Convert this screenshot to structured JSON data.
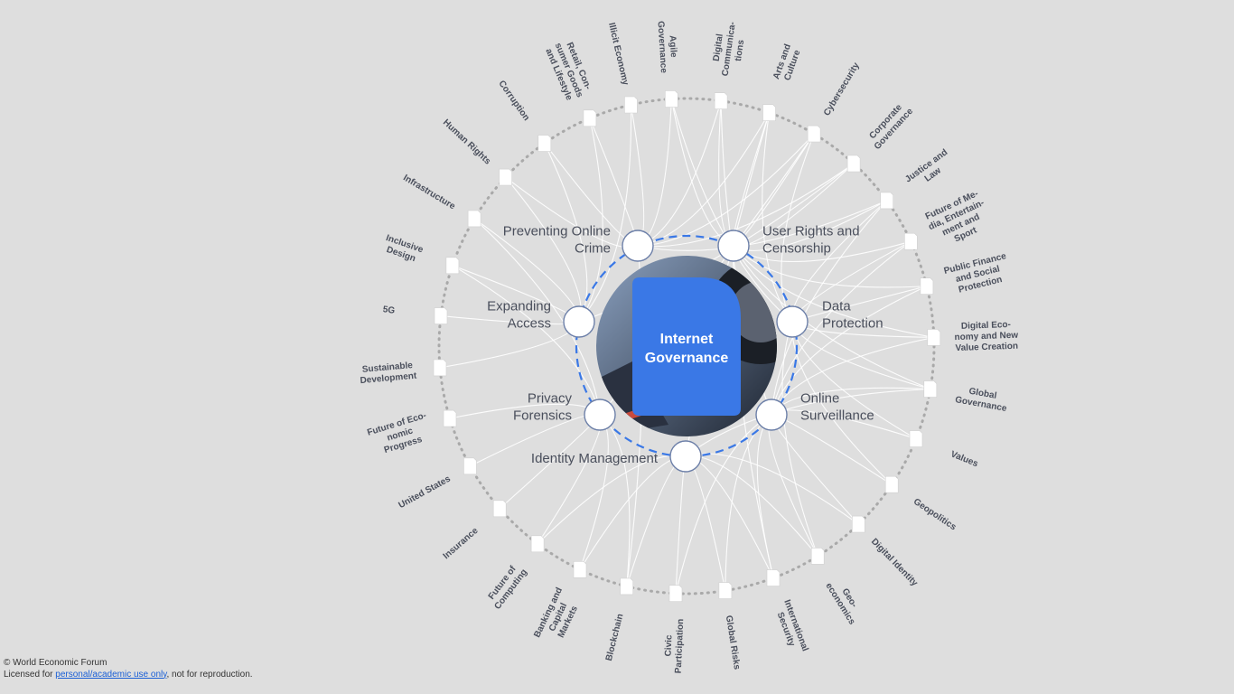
{
  "center": {
    "title_lines": [
      "Internet",
      "Governance"
    ],
    "accent_color": "#3a78e6"
  },
  "inner_topics": [
    {
      "label_lines": [
        "Preventing Online",
        "Crime"
      ]
    },
    {
      "label_lines": [
        "User Rights and",
        "Censorship"
      ]
    },
    {
      "label_lines": [
        "Data",
        "Protection"
      ]
    },
    {
      "label_lines": [
        "Online",
        "Surveillance"
      ]
    },
    {
      "label_lines": [
        "Identity Management"
      ]
    },
    {
      "label_lines": [
        "Privacy",
        "Forensics"
      ]
    },
    {
      "label_lines": [
        "Expanding",
        "Access"
      ]
    }
  ],
  "outer_topics": [
    {
      "label_lines": [
        "Agile",
        "Governance"
      ]
    },
    {
      "label_lines": [
        "Digital",
        "Communica-",
        "tions"
      ]
    },
    {
      "label_lines": [
        "Arts and",
        "Culture"
      ]
    },
    {
      "label_lines": [
        "Cybersecurity"
      ]
    },
    {
      "label_lines": [
        "Corporate",
        "Governance"
      ]
    },
    {
      "label_lines": [
        "Justice and",
        "Law"
      ]
    },
    {
      "label_lines": [
        "Future of Me-",
        "dia, Entertain-",
        "ment and",
        "Sport"
      ]
    },
    {
      "label_lines": [
        "Public Finance",
        "and Social",
        "Protection"
      ]
    },
    {
      "label_lines": [
        "Digital Eco-",
        "nomy and New",
        "Value Creation"
      ]
    },
    {
      "label_lines": [
        "Global",
        "Governance"
      ]
    },
    {
      "label_lines": [
        "Values"
      ]
    },
    {
      "label_lines": [
        "Geopolitics"
      ]
    },
    {
      "label_lines": [
        "Digital Identity"
      ]
    },
    {
      "label_lines": [
        "Geo-",
        "economics"
      ]
    },
    {
      "label_lines": [
        "International",
        "Security"
      ]
    },
    {
      "label_lines": [
        "Global Risks"
      ]
    },
    {
      "label_lines": [
        "Civic",
        "Participation"
      ]
    },
    {
      "label_lines": [
        "Blockchain"
      ]
    },
    {
      "label_lines": [
        "Banking and",
        "Capital",
        "Markets"
      ]
    },
    {
      "label_lines": [
        "Future of",
        "Computing"
      ]
    },
    {
      "label_lines": [
        "Insurance"
      ]
    },
    {
      "label_lines": [
        "United States"
      ]
    },
    {
      "label_lines": [
        "Future of Eco-",
        "nomic",
        "Progress"
      ]
    },
    {
      "label_lines": [
        "Sustainable",
        "Development"
      ]
    },
    {
      "label_lines": [
        "5G"
      ]
    },
    {
      "label_lines": [
        "Inclusive",
        "Design"
      ]
    },
    {
      "label_lines": [
        "Infrastructure"
      ]
    },
    {
      "label_lines": [
        "Human Rights"
      ]
    },
    {
      "label_lines": [
        "Corruption"
      ]
    },
    {
      "label_lines": [
        "Retail, Con-",
        "sumer Goods",
        "and Lifestyle"
      ]
    },
    {
      "label_lines": [
        "Illicit Economy"
      ]
    }
  ],
  "footer": {
    "copyright": "© World Economic Forum",
    "license_prefix": "Licensed for ",
    "license_link": "personal/academic use only",
    "license_suffix": ", not for reproduction."
  }
}
